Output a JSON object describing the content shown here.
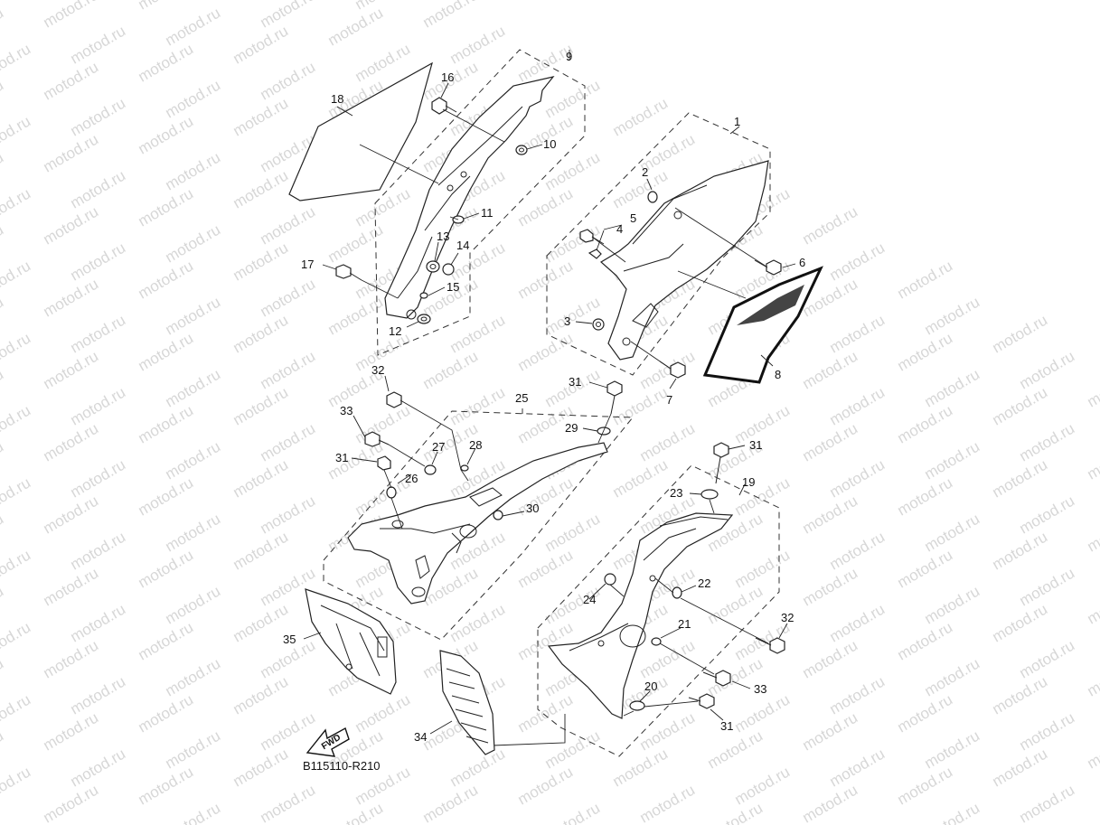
{
  "watermark_text": "motod.ru",
  "diagram_code": "B115110-R210",
  "fwd_label": "FWD",
  "callouts": {
    "c1": "1",
    "c2": "2",
    "c3": "3",
    "c4": "4",
    "c5": "5",
    "c6": "6",
    "c7": "7",
    "c8": "8",
    "c9": "9",
    "c10": "10",
    "c11": "11",
    "c12": "12",
    "c13": "13",
    "c14": "14",
    "c15": "15",
    "c16": "16",
    "c17": "17",
    "c18": "18",
    "c19": "19",
    "c20": "20",
    "c21": "21",
    "c22": "22",
    "c23": "23",
    "c24": "24",
    "c25": "25",
    "c26": "26",
    "c27": "27",
    "c28": "28",
    "c29": "29",
    "c30": "30",
    "c31a": "31",
    "c31b": "31",
    "c31c": "31",
    "c31d": "31",
    "c32a": "32",
    "c32b": "32",
    "c33a": "33",
    "c33b": "33",
    "c34": "34",
    "c35": "35"
  }
}
